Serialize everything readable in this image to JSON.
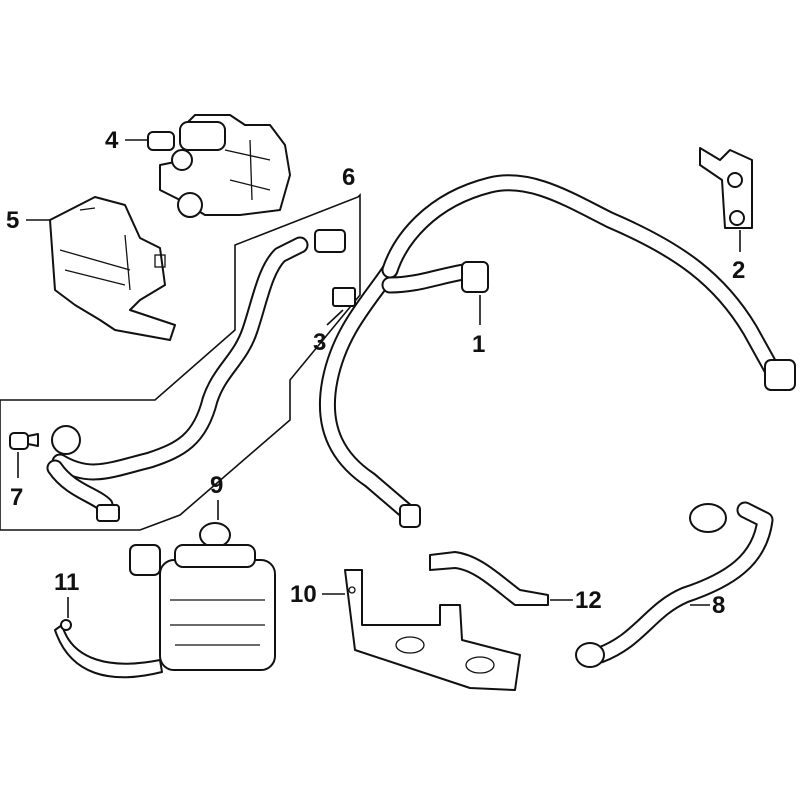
{
  "diagram": {
    "type": "exploded-parts-diagram",
    "subject": "coolant hoses, auxiliary water pump and brackets",
    "callouts": [
      {
        "id": "1",
        "label": "1",
        "part": "hose-assembly-center"
      },
      {
        "id": "2",
        "label": "2",
        "part": "bracket-clip-upper-right"
      },
      {
        "id": "3",
        "label": "3",
        "part": "small-clip"
      },
      {
        "id": "4",
        "label": "4",
        "part": "valve-assembly"
      },
      {
        "id": "5",
        "label": "5",
        "part": "mounting-bracket-shield"
      },
      {
        "id": "6",
        "label": "6",
        "part": "hose-assembly-left"
      },
      {
        "id": "7",
        "label": "7",
        "part": "connector-clip"
      },
      {
        "id": "8",
        "label": "8",
        "part": "hose-lower-right"
      },
      {
        "id": "9",
        "label": "9",
        "part": "auxiliary-water-pump"
      },
      {
        "id": "10",
        "label": "10",
        "part": "pump-mounting-bracket"
      },
      {
        "id": "11",
        "label": "11",
        "part": "pump-strap-clamp"
      },
      {
        "id": "12",
        "label": "12",
        "part": "strap-bracket"
      }
    ]
  }
}
